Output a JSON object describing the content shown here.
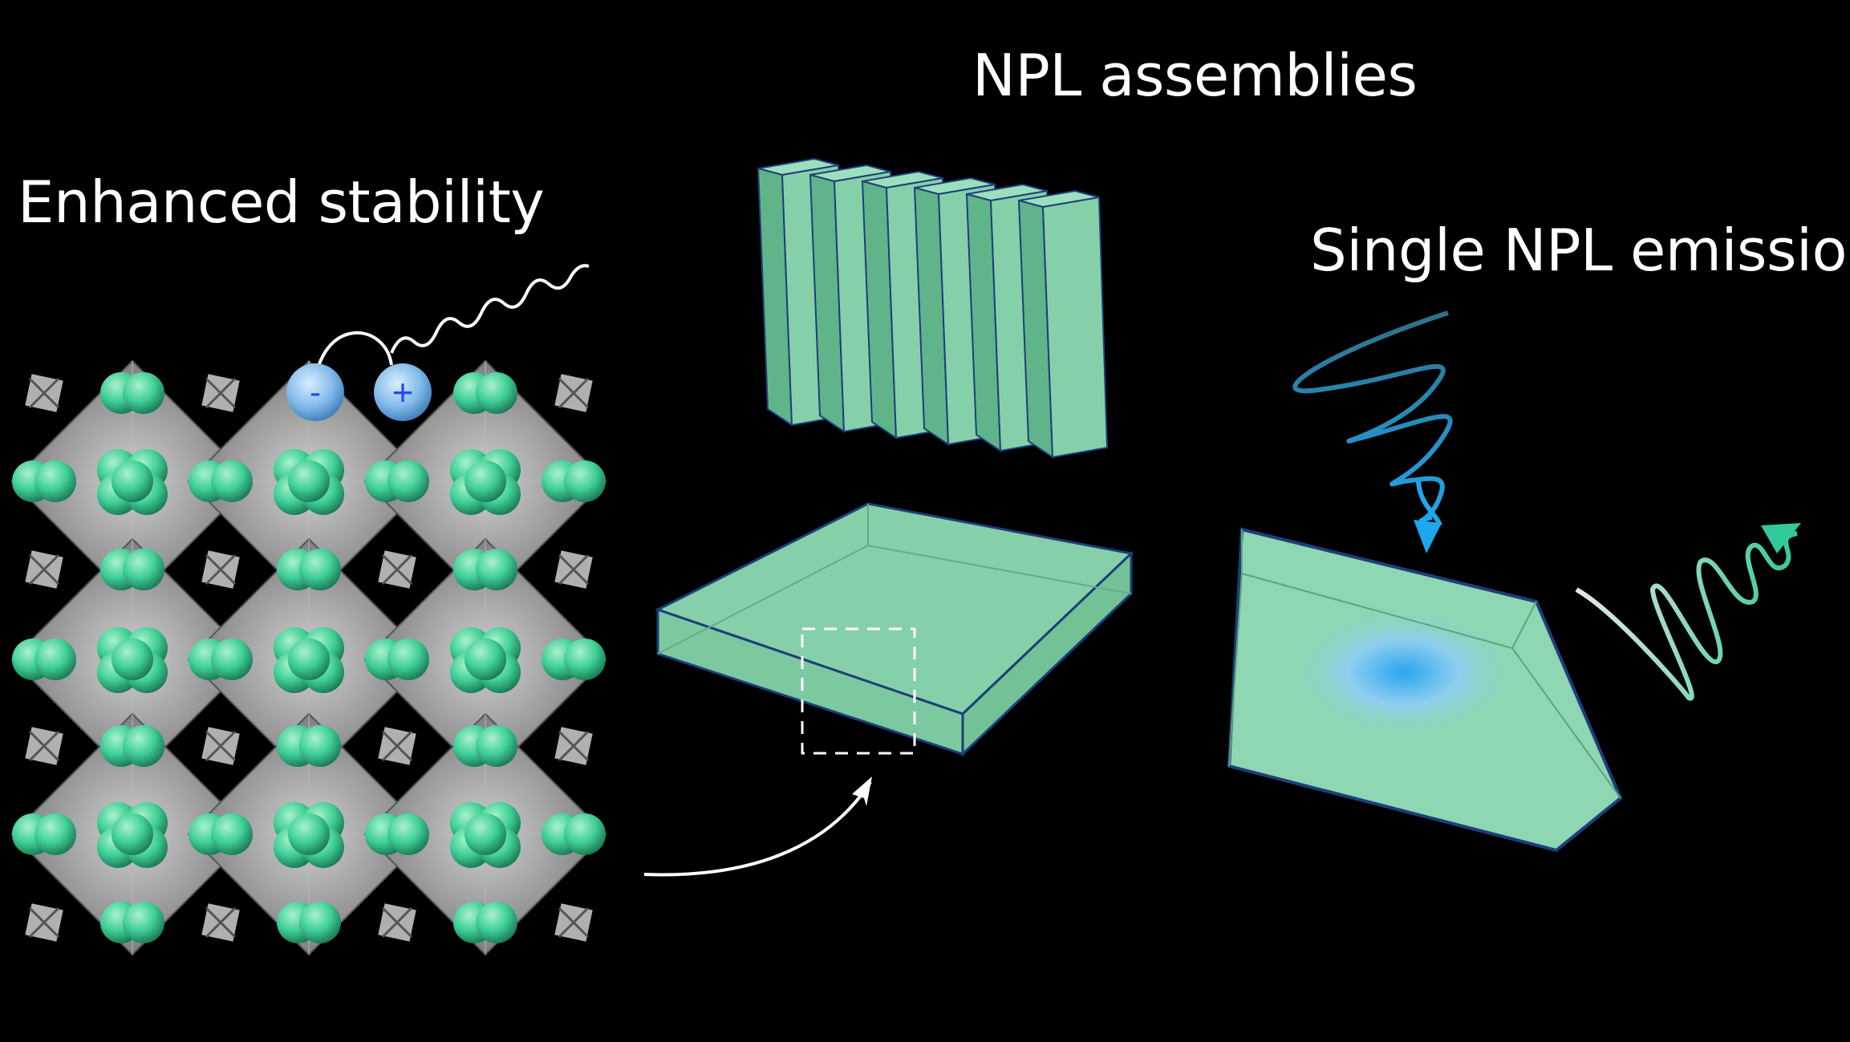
{
  "labels": {
    "enhanced_stability": "Enhanced stability",
    "npl_assemblies": "NPL assemblies",
    "single_npl_emission": "Single NPL emission"
  },
  "charges": {
    "negative": "-",
    "positive": "+"
  },
  "colors": {
    "background": "#000000",
    "npl_fill": "#7fd6a8",
    "npl_edge": "#1d3f7a",
    "octahedron": "#8a8a8a",
    "halide": "#3fcf95",
    "charge_sphere": "#7fb8e8",
    "excitation_wave": "#1fa6ec",
    "emission_wave": "#48c7a2"
  },
  "icons": [
    "ion-pair-icon",
    "excitation-arrow-icon",
    "emission-arrow-icon",
    "zoom-arrow-icon"
  ]
}
